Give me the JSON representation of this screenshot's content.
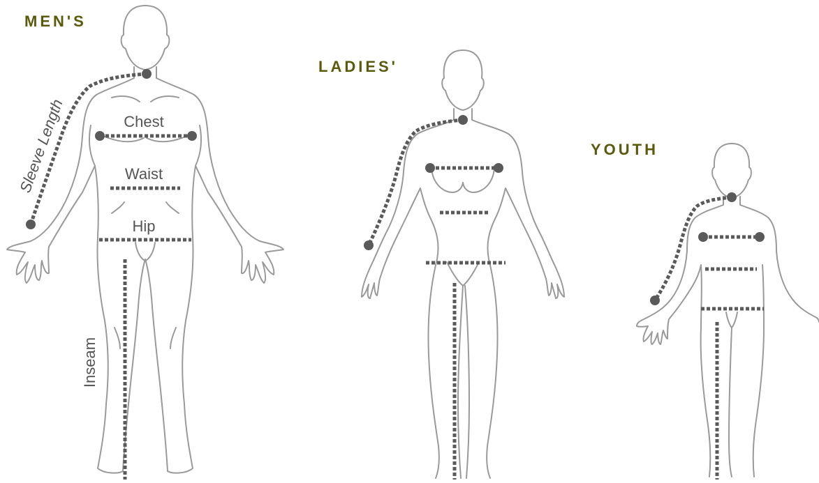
{
  "colors": {
    "heading": "#5a5a0c",
    "outline": "#9a9a9a",
    "measure": "#5a5a5a",
    "label": "#555555"
  },
  "headings": {
    "mens": "MEN'S",
    "ladies": "LADIES'",
    "youth": "YOUTH"
  },
  "labels": {
    "sleeve_length": "Sleeve Length",
    "chest": "Chest",
    "waist": "Waist",
    "hip": "Hip",
    "inseam": "Inseam"
  },
  "figures": [
    {
      "name": "mens",
      "measurements": [
        "sleeve-length",
        "chest",
        "waist",
        "hip",
        "inseam"
      ]
    },
    {
      "name": "ladies",
      "measurements": [
        "sleeve-length",
        "chest",
        "waist",
        "hip",
        "inseam"
      ]
    },
    {
      "name": "youth",
      "measurements": [
        "sleeve-length",
        "chest",
        "waist",
        "hip",
        "inseam"
      ]
    }
  ]
}
